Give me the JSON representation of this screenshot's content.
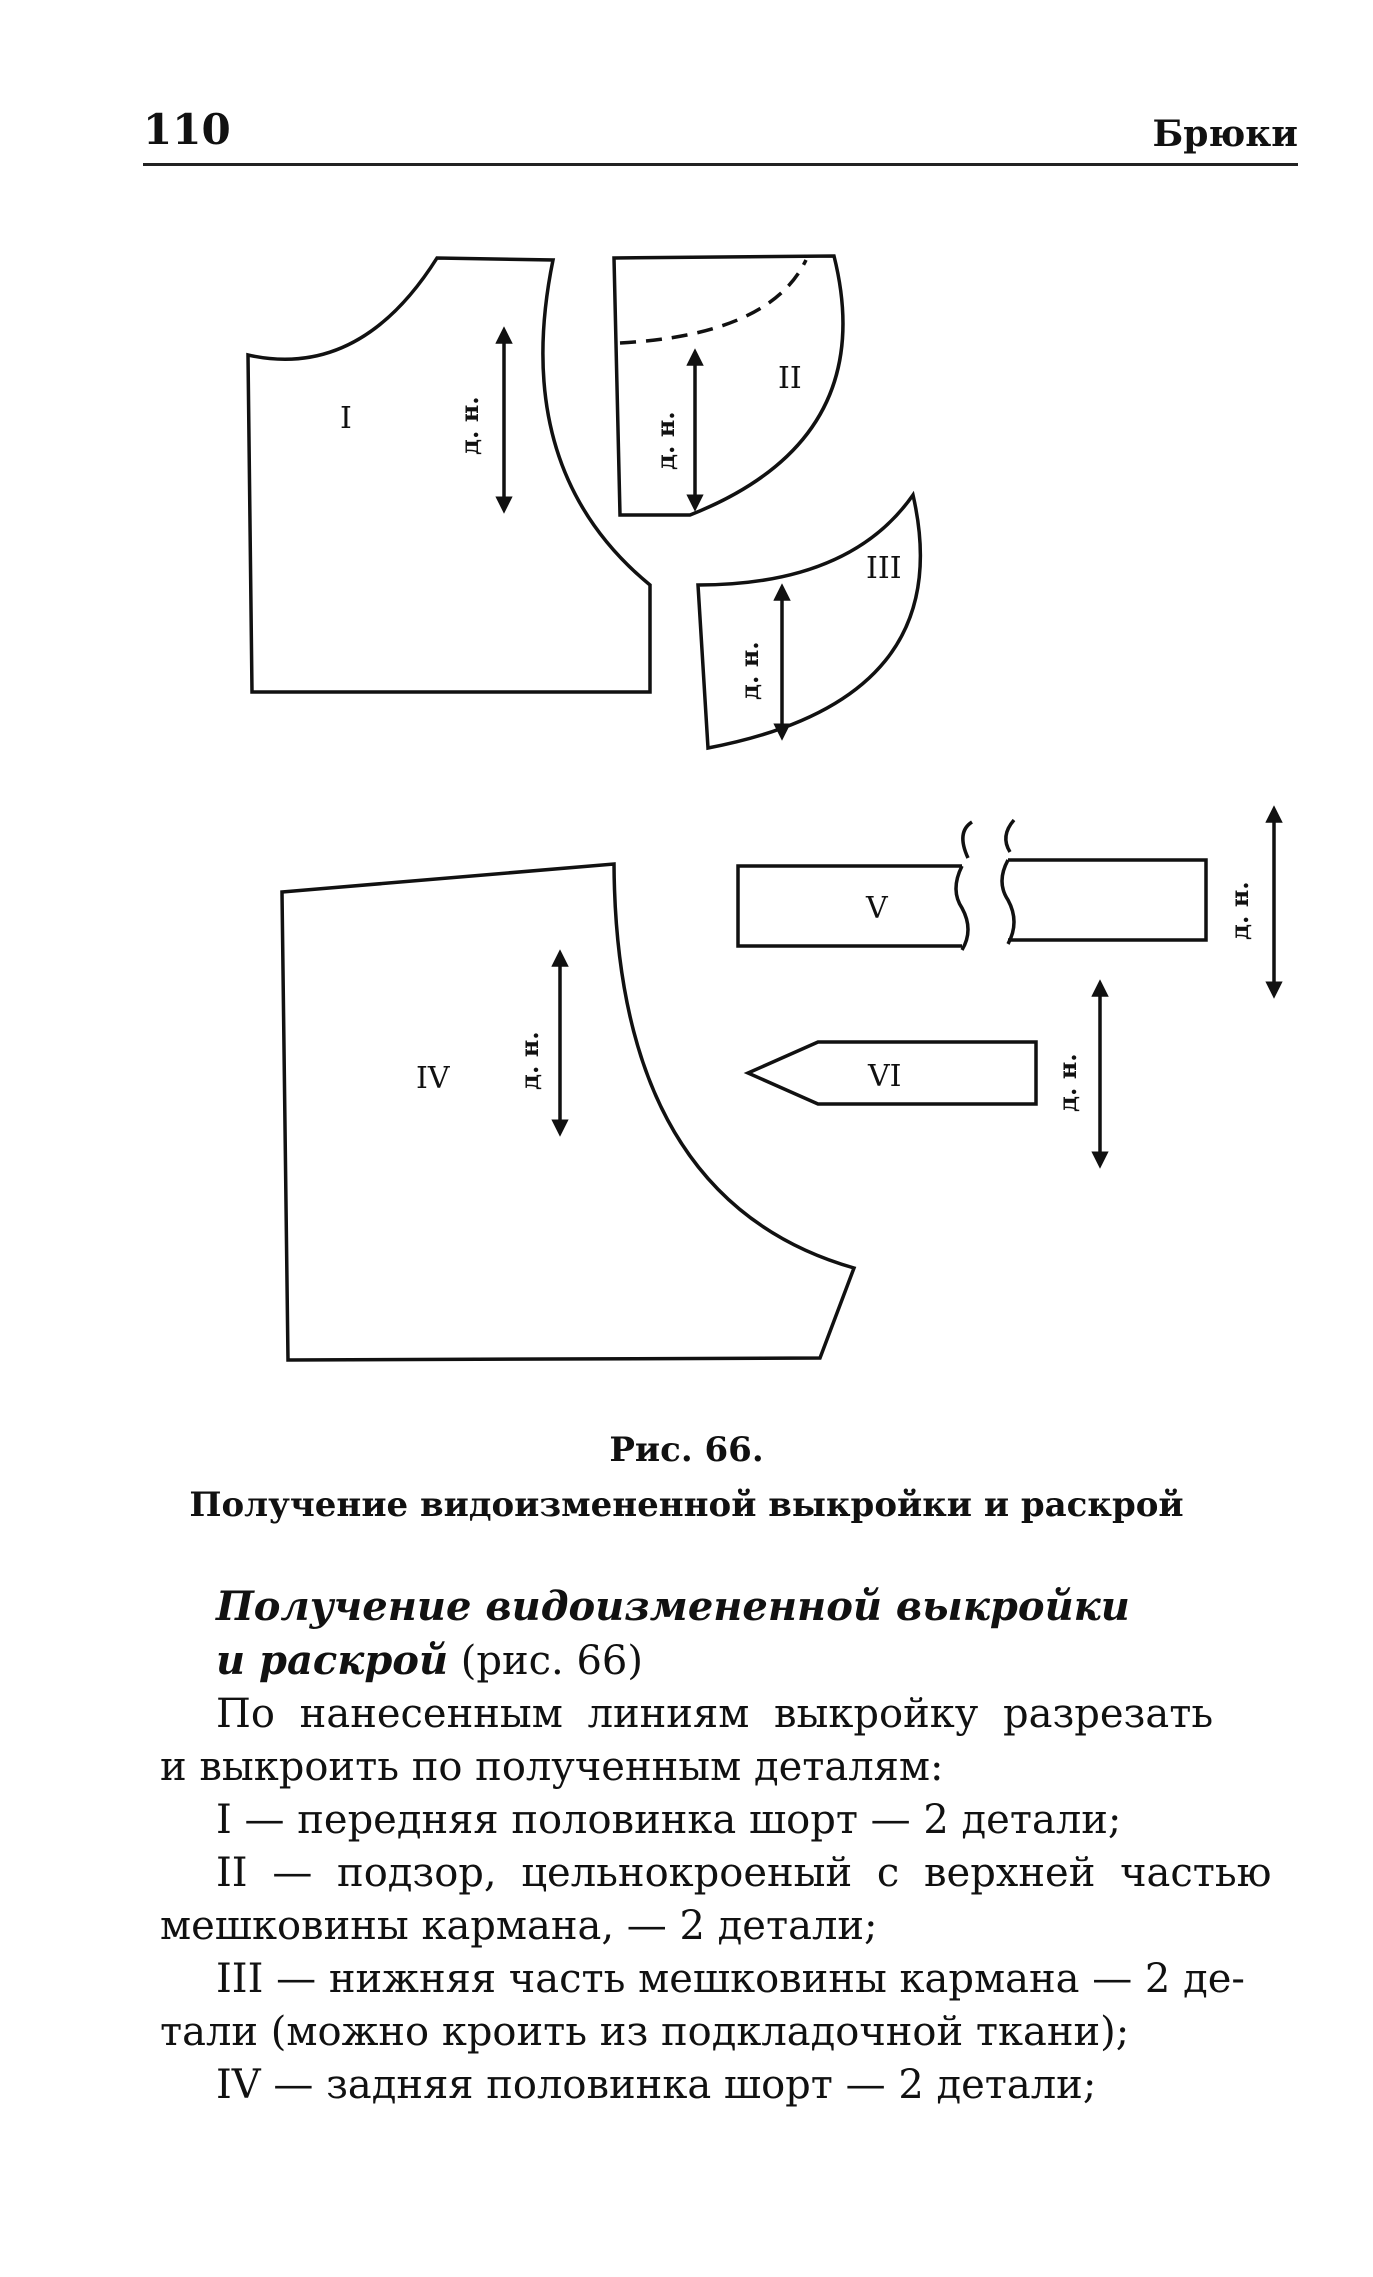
{
  "header": {
    "page_number": "110",
    "running_head": "Брюки"
  },
  "figure": {
    "piece_labels": [
      "I",
      "II",
      "III",
      "IV",
      "V",
      "VI"
    ],
    "grain_label": "д. н.",
    "caption_title": "Рис. 66.",
    "caption_text": "Получение видоизмененной выкройки и раскрой"
  },
  "body": {
    "heading_line1": "Получение видоизмененной выкройки",
    "heading_line2": "и раскрой",
    "heading_ref": " (рис. 66)",
    "intro_line1": "По нанесенным линиям выкройку разрезать",
    "intro_line2": "и выкроить по полученным деталям:",
    "item1": "I — передняя половинка шорт — 2 детали;",
    "item2_line1": "II — подзор, цельнокроеный с верхней частью",
    "item2_line2": "мешковины кармана, — 2 детали;",
    "item3_line1": "III — нижняя часть мешковины кармана — 2 де-",
    "item3_line2": "тали (можно кроить из подкладочной ткани);",
    "item4": "IV — задняя половинка шорт — 2 детали;"
  }
}
